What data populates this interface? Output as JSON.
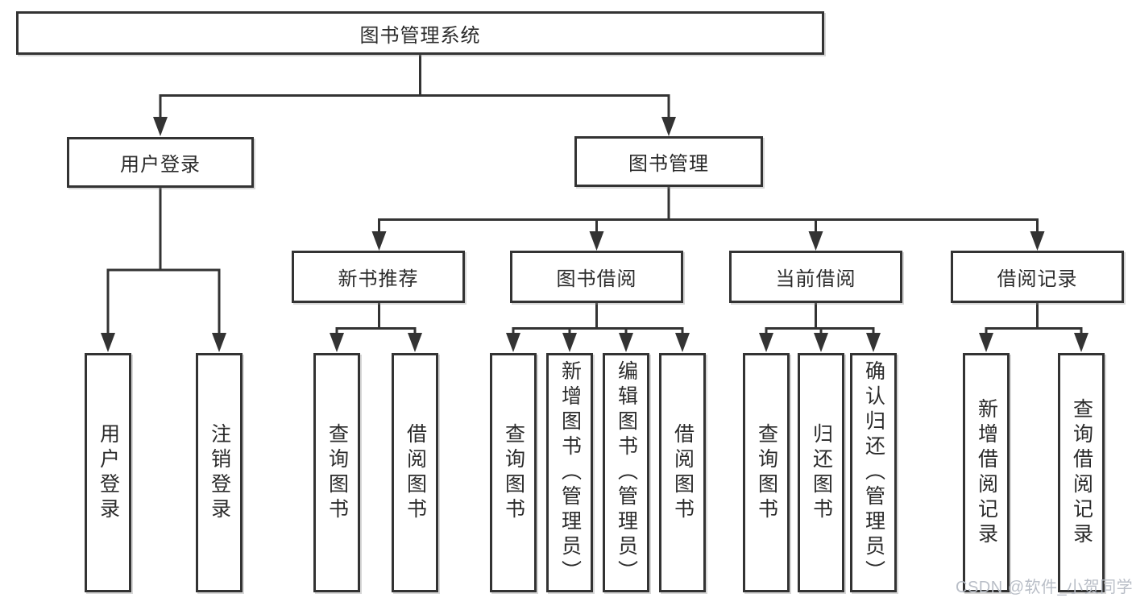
{
  "tree": {
    "root": {
      "label": "图书管理系统"
    },
    "branches": [
      {
        "label": "用户登录",
        "children": [
          {
            "label": "用户登录"
          },
          {
            "label": "注销登录"
          }
        ]
      },
      {
        "label": "图书管理",
        "groups": [
          {
            "label": "新书推荐",
            "children": [
              {
                "label": "查询图书"
              },
              {
                "label": "借阅图书"
              }
            ]
          },
          {
            "label": "图书借阅",
            "children": [
              {
                "label": "查询图书"
              },
              {
                "label": "新增图书（管理员）"
              },
              {
                "label": "编辑图书（管理员）"
              },
              {
                "label": "借阅图书"
              }
            ]
          },
          {
            "label": "当前借阅",
            "children": [
              {
                "label": "查询图书"
              },
              {
                "label": "归还图书"
              },
              {
                "label": "确认归还（管理员）"
              }
            ]
          },
          {
            "label": "借阅记录",
            "children": [
              {
                "label": "新增借阅记录"
              },
              {
                "label": "查询借阅记录"
              }
            ]
          }
        ]
      }
    ]
  },
  "watermark": {
    "text": "CSDN @软件_小贺同学"
  },
  "colors": {
    "line": "#333333",
    "box_border": "#333333",
    "text": "#2b2b2b",
    "watermark": "#b9bec7",
    "background": "#ffffff"
  }
}
